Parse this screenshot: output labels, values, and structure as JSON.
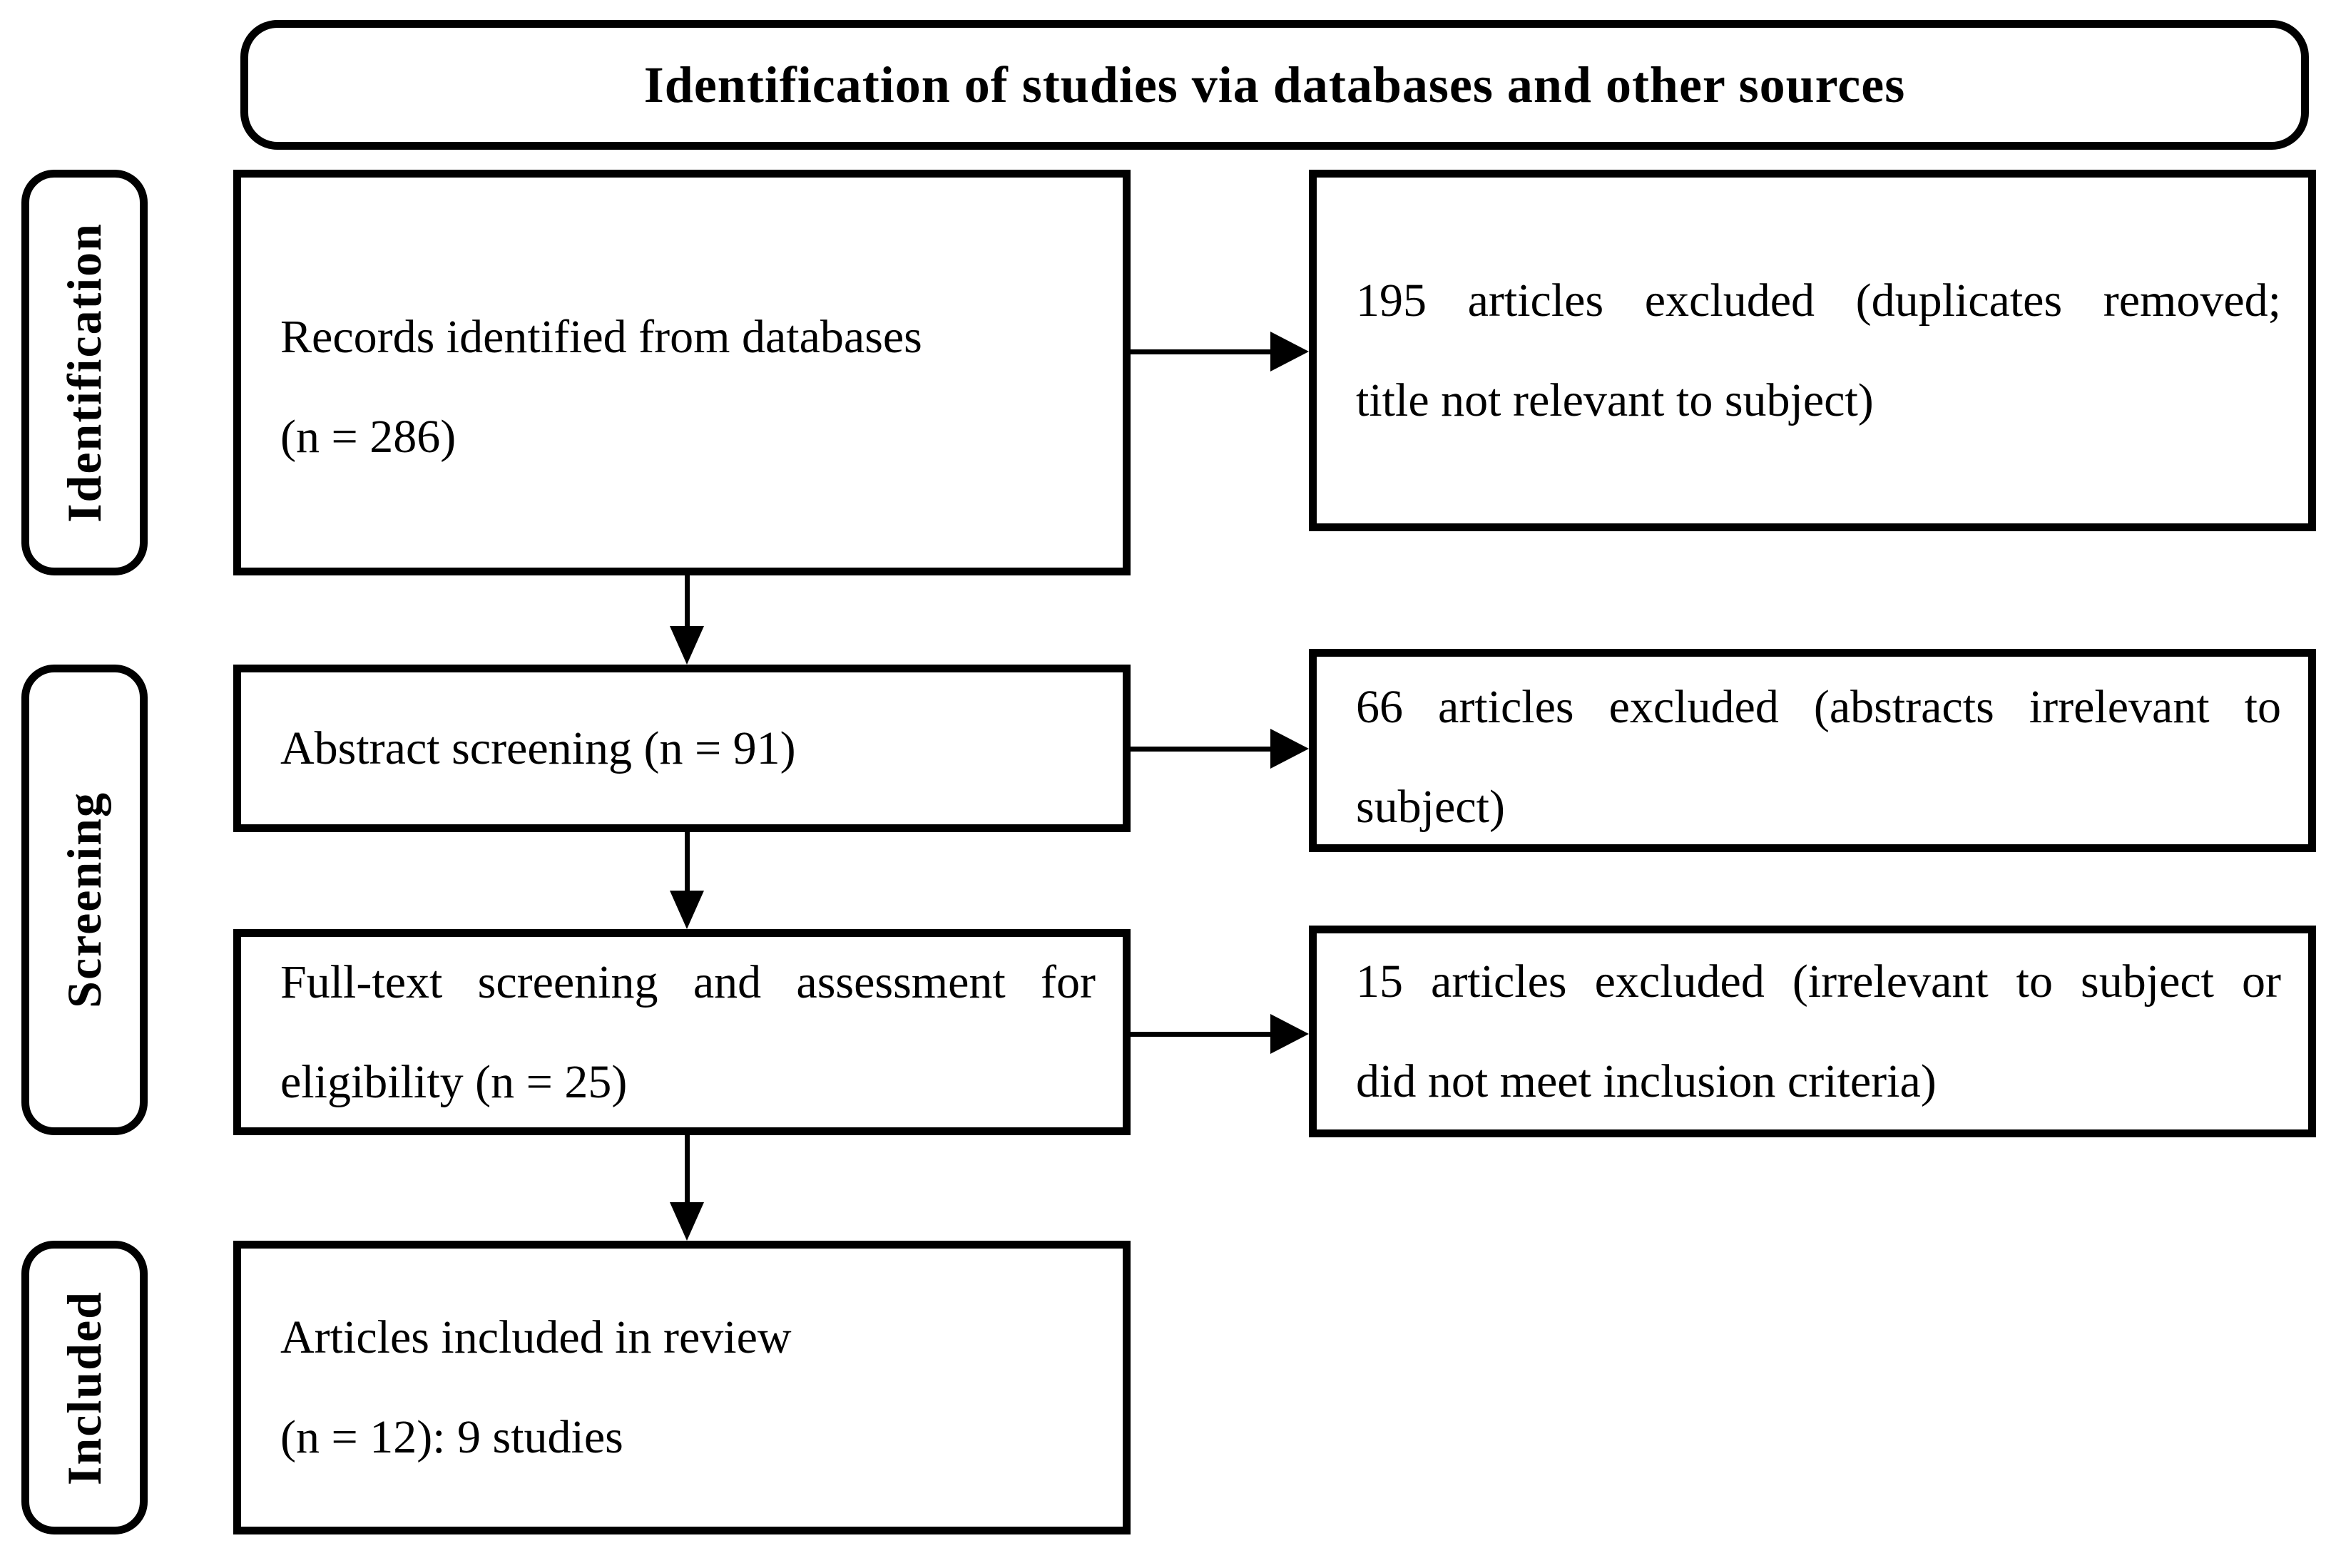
{
  "title": "Identification of studies via databases and other sources",
  "stages": [
    {
      "label": "Identification"
    },
    {
      "label": "Screening"
    },
    {
      "label": "Included"
    }
  ],
  "flow_boxes": [
    {
      "name": "records-identified",
      "lines": [
        "Records identified from databases",
        "(n = 286)"
      ]
    },
    {
      "name": "abstract-screening",
      "lines": [
        "Abstract screening (n = 91)"
      ]
    },
    {
      "name": "fulltext-screening",
      "lines": [
        "Full-text screening and assessment for",
        "eligibility (n = 25)"
      ]
    },
    {
      "name": "articles-included",
      "lines": [
        "Articles included in review",
        "(n = 12): 9 studies"
      ]
    }
  ],
  "exclusion_boxes": [
    {
      "name": "excluded-after-identification",
      "lines": [
        "195 articles excluded (duplicates removed;",
        "title not relevant to subject)"
      ]
    },
    {
      "name": "excluded-after-abstract-screening",
      "lines": [
        "66 articles excluded (abstracts irrelevant to",
        "subject)"
      ]
    },
    {
      "name": "excluded-after-fulltext-screening",
      "lines": [
        "15 articles excluded (irrelevant to subject or",
        "did not meet inclusion criteria)"
      ]
    }
  ],
  "colors": {
    "border": "#000000",
    "text": "#000000",
    "background": "#ffffff"
  }
}
